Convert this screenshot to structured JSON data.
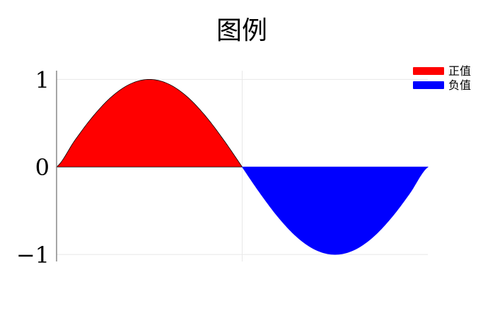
{
  "chart_data": {
    "type": "area",
    "title": "图例",
    "xlabel": "",
    "ylabel": "",
    "xlim": [
      0,
      6.2832
    ],
    "ylim": [
      -1.08,
      1.1
    ],
    "x_gridlines": [
      3.1416
    ],
    "y_ticks": [
      {
        "value": 1,
        "label": "1"
      },
      {
        "value": 0,
        "label": "0"
      },
      {
        "value": -1,
        "label": "−1"
      }
    ],
    "grid": true,
    "legend_position": "top-right",
    "x": [
      0,
      0.3142,
      0.6283,
      0.9425,
      1.2566,
      1.5708,
      1.885,
      2.1991,
      2.5133,
      2.8274,
      3.1416,
      3.4558,
      3.7699,
      4.0841,
      4.3982,
      4.7124,
      5.0265,
      5.3407,
      5.6549,
      5.969,
      6.2832
    ],
    "y": [
      0,
      0.309,
      0.5878,
      0.809,
      0.9511,
      1,
      0.9511,
      0.809,
      0.5878,
      0.309,
      0,
      -0.309,
      -0.5878,
      -0.809,
      -0.9511,
      -1,
      -0.9511,
      -0.809,
      -0.5878,
      -0.309,
      0
    ],
    "series": [
      {
        "name": "正值",
        "color": "#ff0000",
        "fill": "positive"
      },
      {
        "name": "负值",
        "color": "#0000ff",
        "fill": "negative"
      }
    ]
  }
}
